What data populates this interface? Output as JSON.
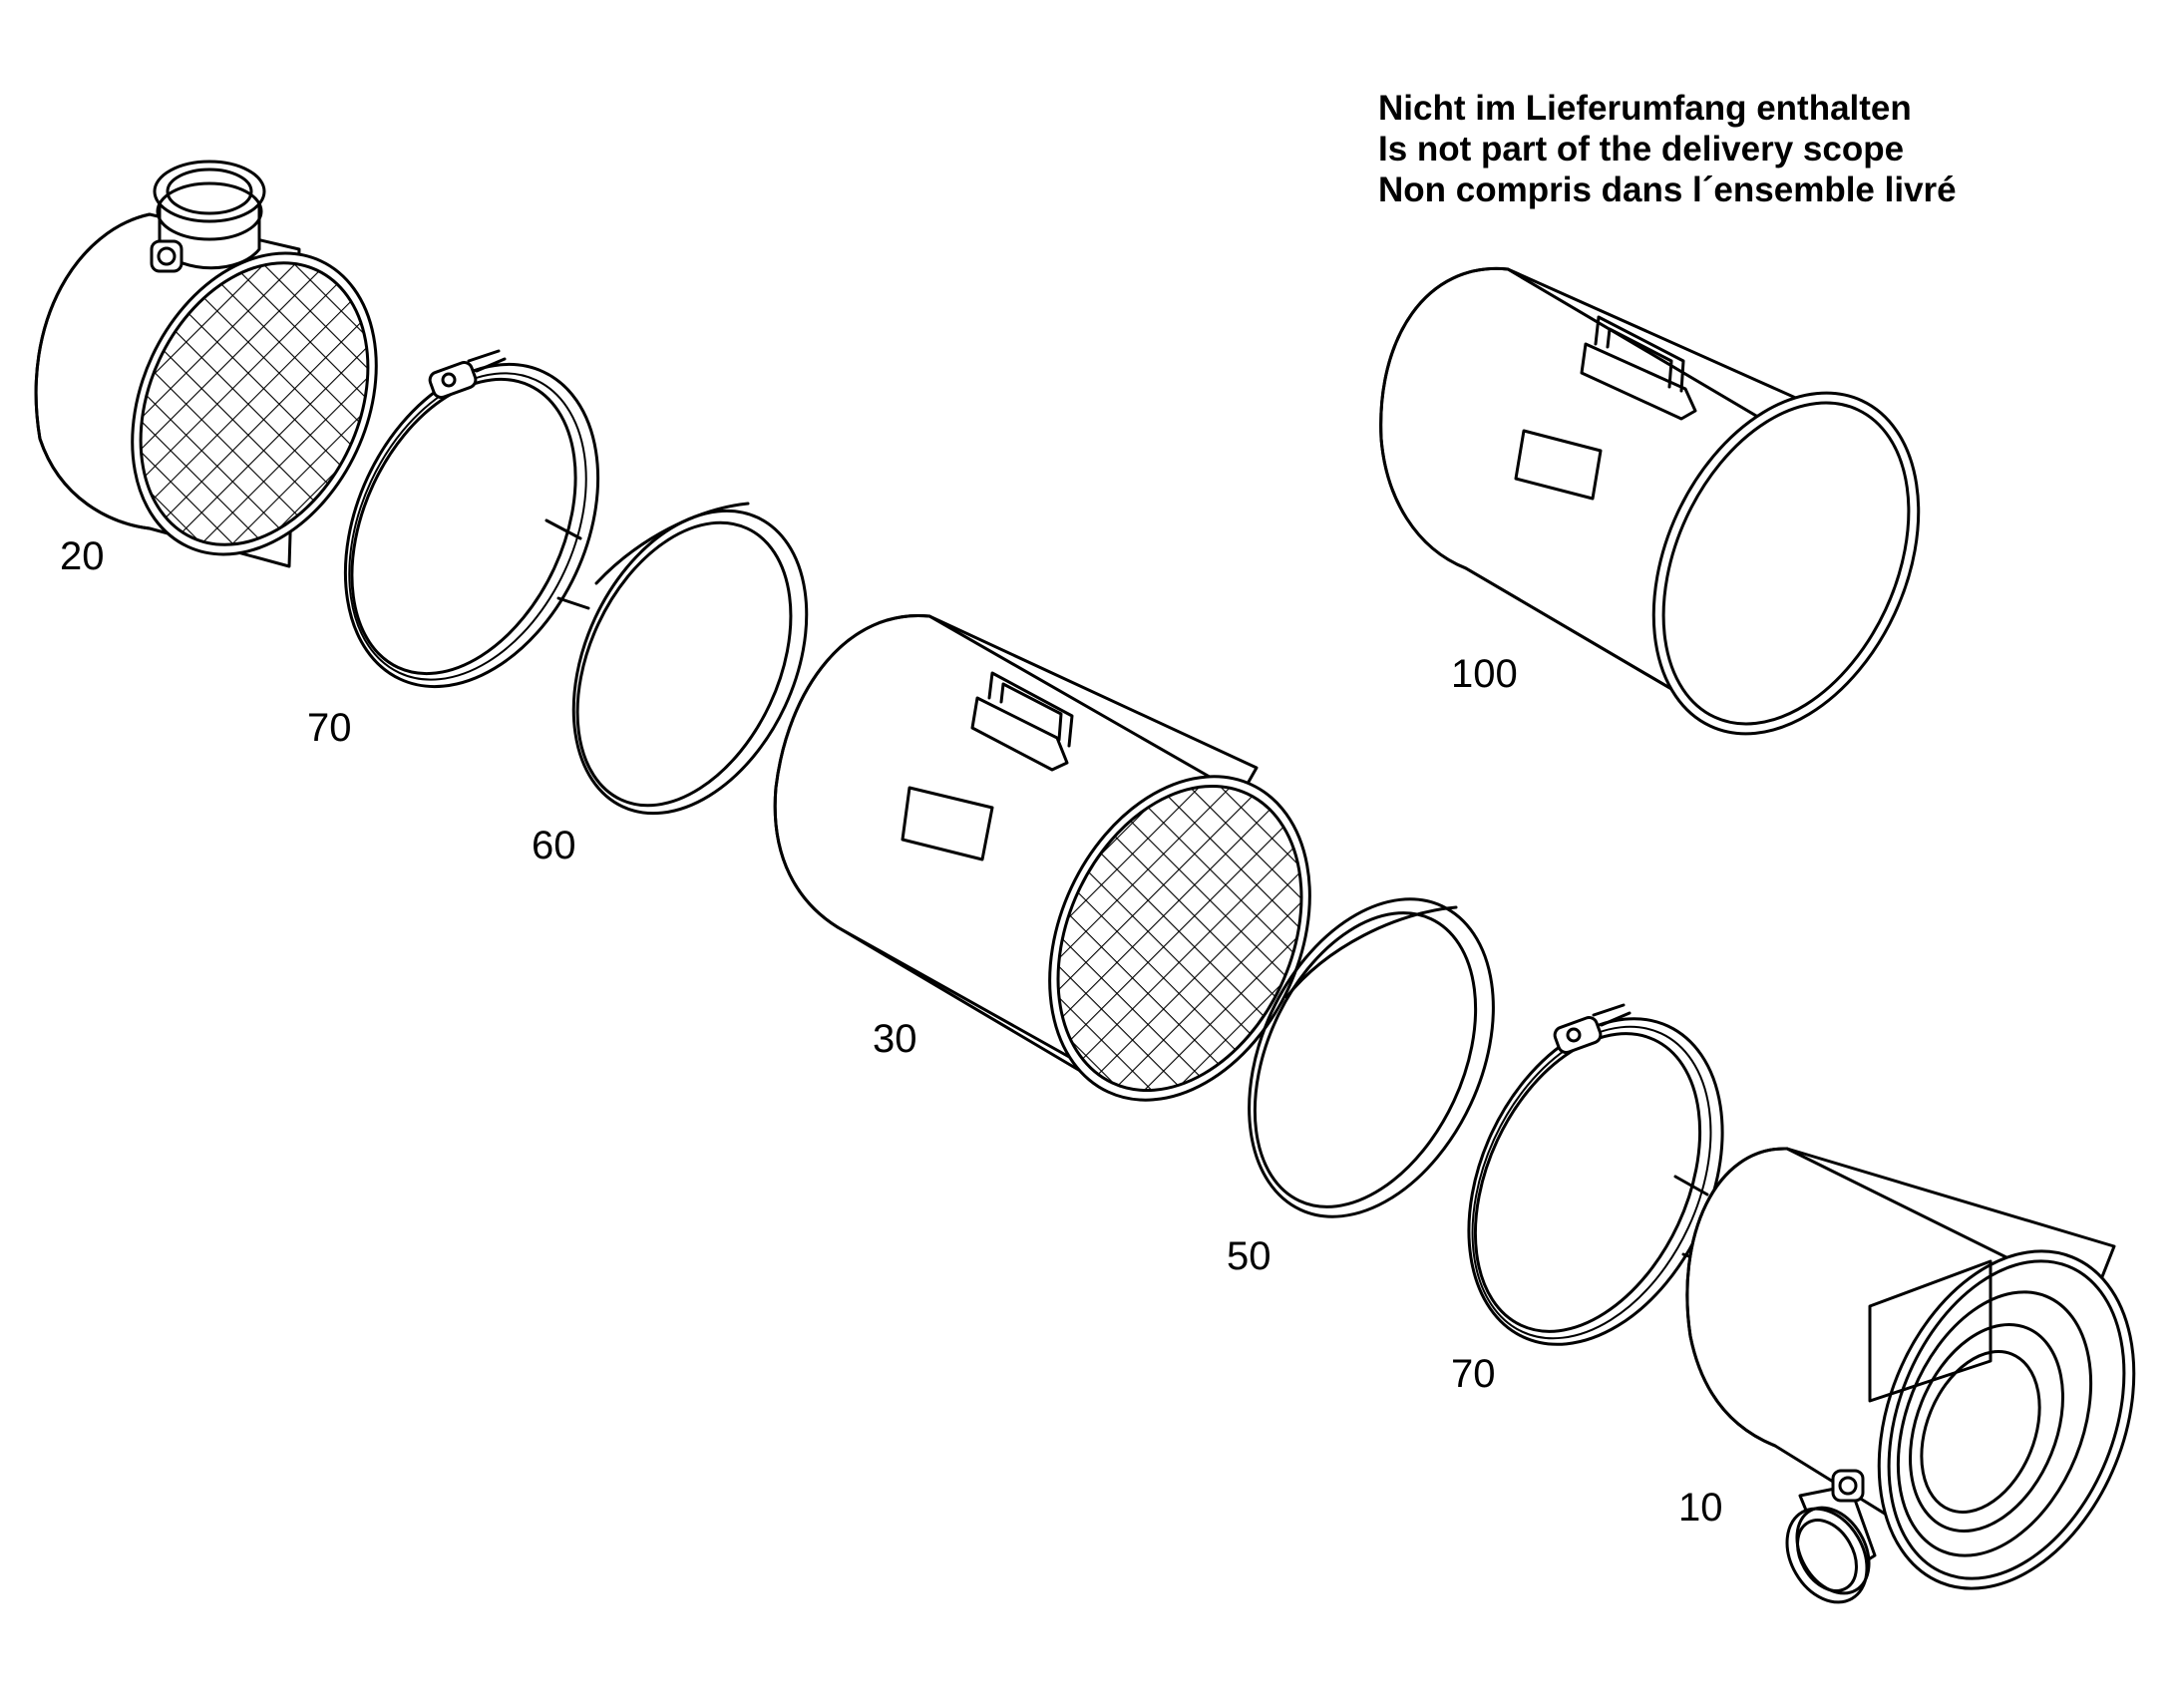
{
  "note": {
    "line1": "Nicht im Lieferumfang enthalten",
    "line2": "Is not part of the delivery scope",
    "line3": "Non compris dans l´ensemble livré"
  },
  "labels": {
    "p20": "20",
    "p70a": "70",
    "p60": "60",
    "p30": "30",
    "p100": "100",
    "p50": "50",
    "p70b": "70",
    "p10": "10"
  }
}
